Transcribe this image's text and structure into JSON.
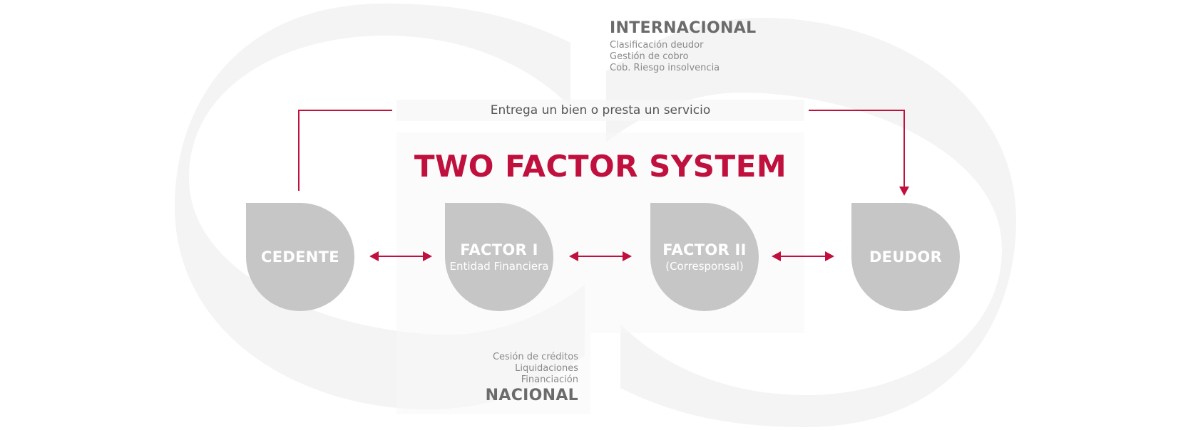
{
  "international": {
    "heading": "INTERNACIONAL",
    "items": [
      "Clasificación deudor",
      "Gestión de cobro",
      "Cob. Riesgo insolvencia"
    ]
  },
  "service_label": "Entrega un bien o presta un servicio",
  "title": "TWO FACTOR SYSTEM",
  "nodes": [
    {
      "name": "CEDENTE",
      "sub": ""
    },
    {
      "name": "FACTOR I",
      "sub": "Entidad Financiera"
    },
    {
      "name": "FACTOR II",
      "sub": "(Corresponsal)"
    },
    {
      "name": "DEUDOR",
      "sub": ""
    }
  ],
  "national": {
    "heading": "NACIONAL",
    "items": [
      "Cesión de créditos",
      "Liquidaciones",
      "Financiación"
    ]
  },
  "colors": {
    "accent": "#c0103e",
    "node": "#c6c6c6",
    "heading": "#6b6b6b"
  }
}
